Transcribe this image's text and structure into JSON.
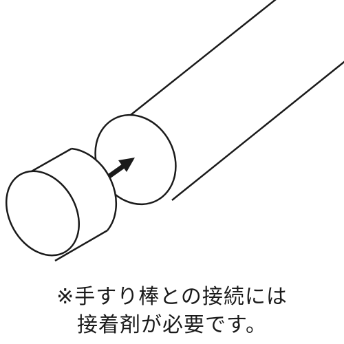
{
  "caption": {
    "line1": "※手すり棒との接続には",
    "line2": "接着剤が必要です。"
  },
  "colors": {
    "stroke": "#1a1a1a",
    "background": "#ffffff"
  },
  "icons": [
    "handrail-rod",
    "end-cap",
    "insert-arrow-icon"
  ]
}
